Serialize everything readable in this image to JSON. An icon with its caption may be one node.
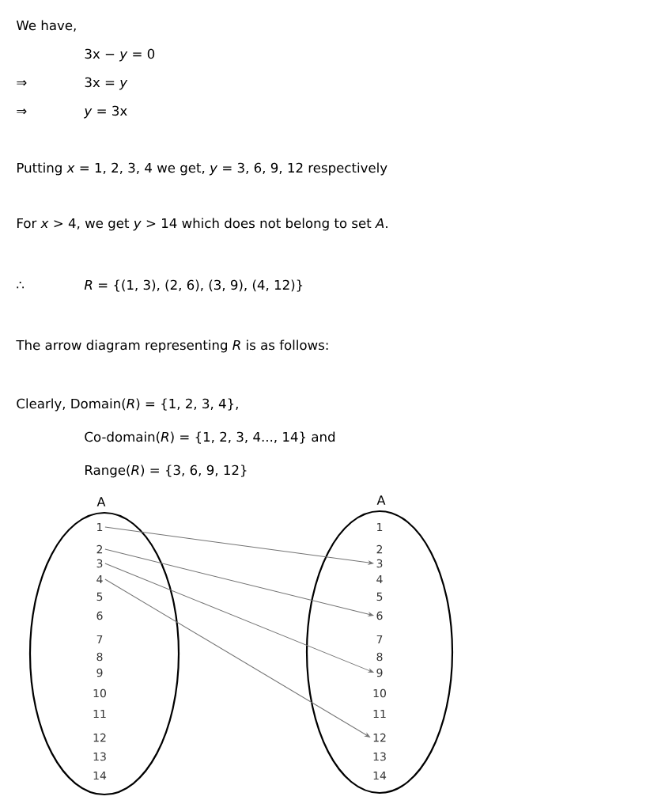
{
  "diagram": {
    "nodes": [
      {
        "text": [
          "A"
        ]
      },
      {
        "text": [
          "1"
        ],
        "in": 0
      },
      {
        "text": [
          "2"
        ],
        "in": 0
      },
      {
        "text": [
          "3"
        ],
        "in": 0
      },
      {
        "text": [
          "4"
        ],
        "in": 0
      },
      {
        "text": [
          "5"
        ],
        "in": 0
      },
      {
        "text": [
          "6"
        ],
        "in": 0
      },
      {
        "text": [
          "7"
        ],
        "in": 0
      },
      {
        "text": [
          "8"
        ],
        "in": 0
      },
      {
        "text": [
          "9"
        ],
        "in": 0
      },
      {
        "text": [
          "10"
        ],
        "in": 0
      },
      {
        "text": [
          "11"
        ],
        "in": 0
      },
      {
        "text": [
          "12"
        ],
        "in": 0
      },
      {
        "text": [
          "13"
        ],
        "in": 0
      },
      {
        "text": [
          "14"
        ],
        "in": 0
      },
      {
        "text": [
          "A"
        ]
      },
      {
        "text": [
          "1"
        ],
        "in": 15
      },
      {
        "text": [
          "2"
        ],
        "in": 15
      },
      {
        "text": [
          "3"
        ],
        "in": 15
      },
      {
        "text": [
          "4"
        ],
        "in": 15
      },
      {
        "text": [
          "5"
        ],
        "in": 15
      },
      {
        "text": [
          "6"
        ],
        "in": 15
      },
      {
        "text": [
          "7"
        ],
        "in": 15
      },
      {
        "text": [
          "8"
        ],
        "in": 15
      },
      {
        "text": [
          "9"
        ],
        "in": 15
      },
      {
        "text": [
          "10"
        ],
        "in": 15
      },
      {
        "text": [
          "11"
        ],
        "in": 15
      },
      {
        "text": [
          "12"
        ],
        "in": 15
      },
      {
        "text": [
          "13"
        ],
        "in": 15
      },
      {
        "text": [
          "14"
        ],
        "in": 15
      }
    ],
    "edges": [
      {
        "from": 1,
        "to": 18,
        "arrow": "to"
      },
      {
        "from": 2,
        "to": 21,
        "arrow": "to"
      },
      {
        "from": 3,
        "to": 24,
        "arrow": "to"
      },
      {
        "from": 4,
        "to": 27,
        "arrow": "to"
      }
    ],
    "labels": [
      "We have,",
      "3x − *y* = 0",
      "⇒",
      "3x = *y*",
      "⇒",
      "*y* = 3x",
      "Putting *x* = 1, 2, 3, 4 we get, *y* = 3, 6, 9, 12 respectively",
      "For *x* > 4, we get *y* > 14 which does not belong to set *A*.",
      "∴",
      "*R* = {(1, 3), (2, 6), (3, 9), (4, 12)}",
      "The arrow diagram representing *R* is as follows:",
      "Clearly, Domain(*R*) = {1, 2, 3, 4},",
      "Co-domain(*R*) = {1, 2, 3, 4..., 14} and",
      "Range(*R*) = {3, 6, 9, 12}"
    ]
  }
}
